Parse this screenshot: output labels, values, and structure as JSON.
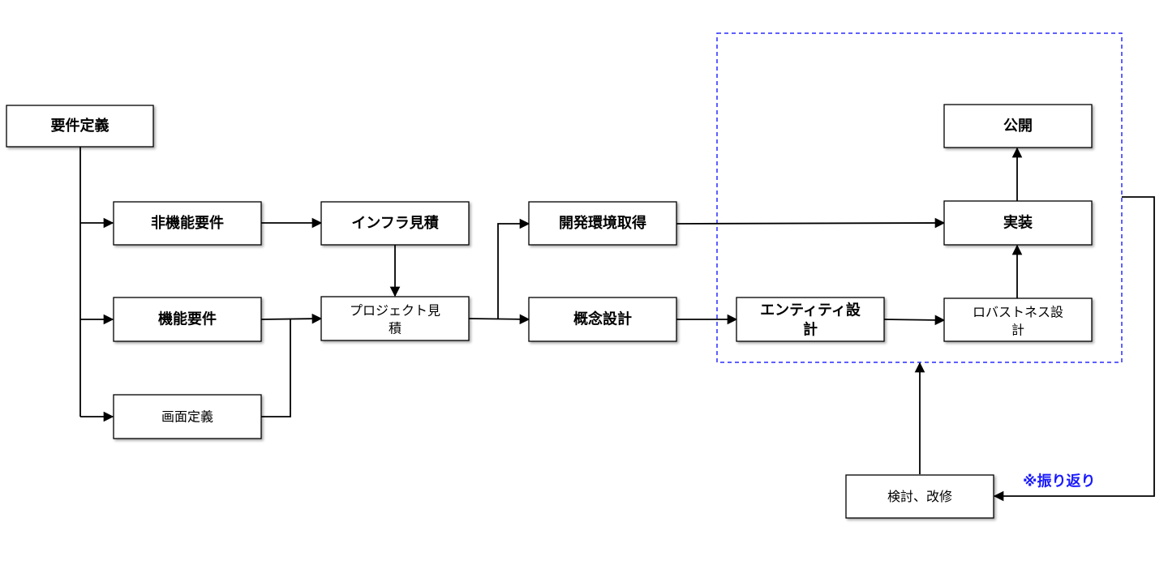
{
  "nodes": {
    "requirements_definition": {
      "label": "要件定義"
    },
    "non_functional_requirements": {
      "label": "非機能要件"
    },
    "functional_requirements": {
      "label": "機能要件"
    },
    "screen_definition": {
      "label": "画面定義"
    },
    "infra_estimate": {
      "label": "インフラ見積"
    },
    "project_estimate": {
      "lines": [
        "プロジェクト見",
        "積"
      ]
    },
    "dev_env_acquisition": {
      "label": "開発環境取得"
    },
    "conceptual_design": {
      "label": "概念設計"
    },
    "entity_design": {
      "lines": [
        "エンティティ設",
        "計"
      ]
    },
    "robustness_design": {
      "lines": [
        "ロバストネス設",
        "計"
      ]
    },
    "implementation": {
      "label": "実装"
    },
    "release": {
      "label": "公開"
    },
    "review_revision": {
      "label": "検討、改修"
    }
  },
  "annotations": {
    "retrospective": "※振り返り"
  },
  "colors": {
    "group_border": "#2a2aff",
    "note_text": "#1a1aff",
    "node_border": "#000000",
    "edge": "#000000"
  }
}
